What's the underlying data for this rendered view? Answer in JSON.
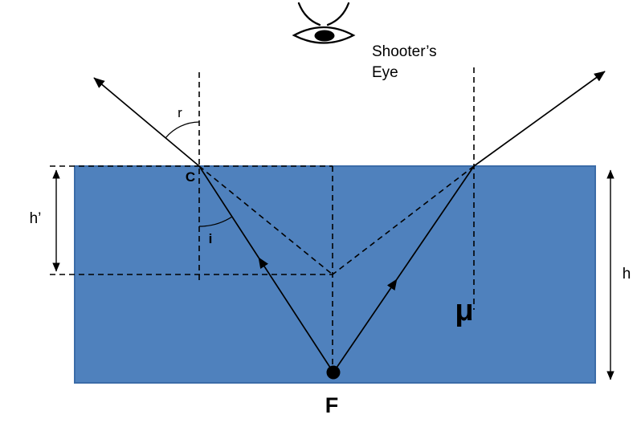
{
  "labels": {
    "eye_caption_line1": "Shooter’s",
    "eye_caption_line2": "Eye",
    "angle_refraction": "r",
    "point_incidence": "C",
    "angle_incidence": "i",
    "apparent_depth": "h’",
    "real_depth": "h",
    "refractive_index": "μ",
    "fish": "F"
  },
  "colors": {
    "water_fill": "#4f81bd",
    "water_stroke": "#3b6ca8",
    "line": "#000000",
    "background": "#ffffff"
  }
}
